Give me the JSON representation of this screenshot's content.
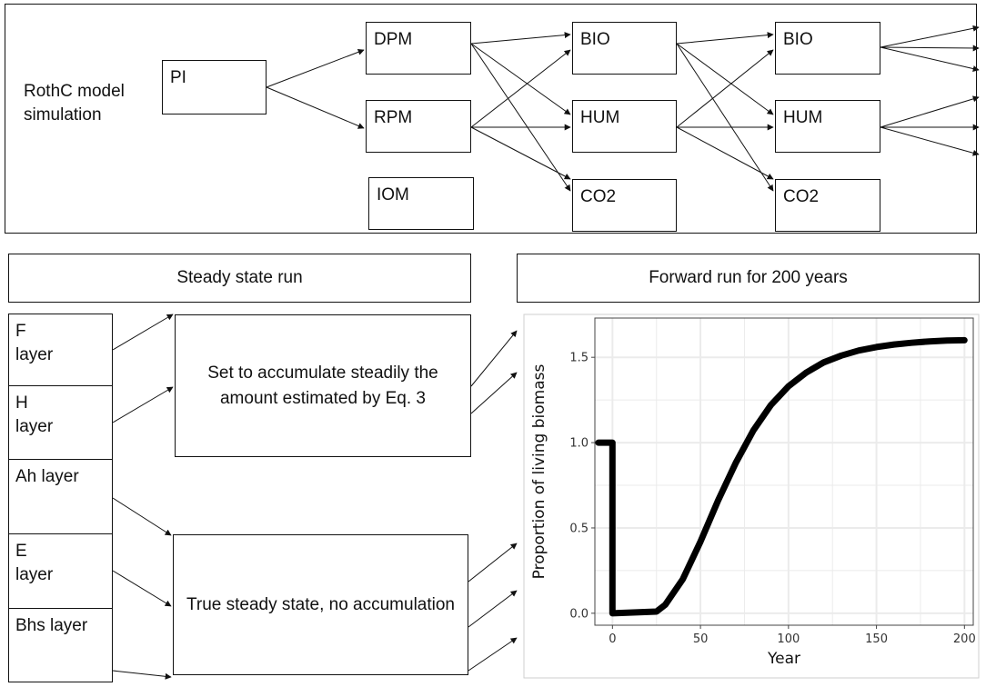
{
  "model": {
    "title": "RothC model\nsimulation",
    "pools": {
      "pi": "PI",
      "dpm": "DPM",
      "rpm": "RPM",
      "iom": "IOM",
      "bio1": "BIO",
      "hum1": "HUM",
      "co2_1": "CO2",
      "bio2": "BIO",
      "hum2": "HUM",
      "co2_2": "CO2"
    }
  },
  "steady": {
    "header": "Steady state run",
    "layers": {
      "f": "F\nlayer",
      "h": "H\nlayer",
      "ah": "Ah layer",
      "e": "E\nlayer",
      "bhs": "Bhs layer"
    },
    "accumulate": "Set to accumulate steadily the\namount estimated by Eq. 3",
    "no_accumulate": "True steady state, no accumulation"
  },
  "forward": {
    "header": "Forward run for 200 years"
  },
  "chart_data": {
    "type": "line",
    "title": "",
    "xlabel": "Year",
    "ylabel": "Proportion of living biomass",
    "xlim": [
      -10,
      205
    ],
    "ylim": [
      -0.07,
      1.73
    ],
    "xticks": [
      0,
      50,
      100,
      150,
      200
    ],
    "yticks": [
      0.0,
      0.5,
      1.0,
      1.5
    ],
    "xtick_labels": [
      "0",
      "50",
      "100",
      "150",
      "200"
    ],
    "ytick_labels": [
      "0.0",
      "0.5",
      "1.0",
      "1.5"
    ],
    "grid": true,
    "series": [
      {
        "x": [
          -8,
          -0.5,
          0,
          0,
          25,
          30,
          40,
          50,
          60,
          70,
          80,
          90,
          100,
          110,
          120,
          130,
          140,
          150,
          160,
          170,
          180,
          190,
          200
        ],
        "y": [
          1.0,
          1.0,
          1.0,
          0.0,
          0.01,
          0.05,
          0.2,
          0.42,
          0.66,
          0.88,
          1.07,
          1.22,
          1.33,
          1.41,
          1.47,
          1.51,
          1.54,
          1.56,
          1.575,
          1.585,
          1.593,
          1.598,
          1.6
        ]
      }
    ],
    "line_color": "#000000",
    "grid_color": "#ebebeb"
  }
}
